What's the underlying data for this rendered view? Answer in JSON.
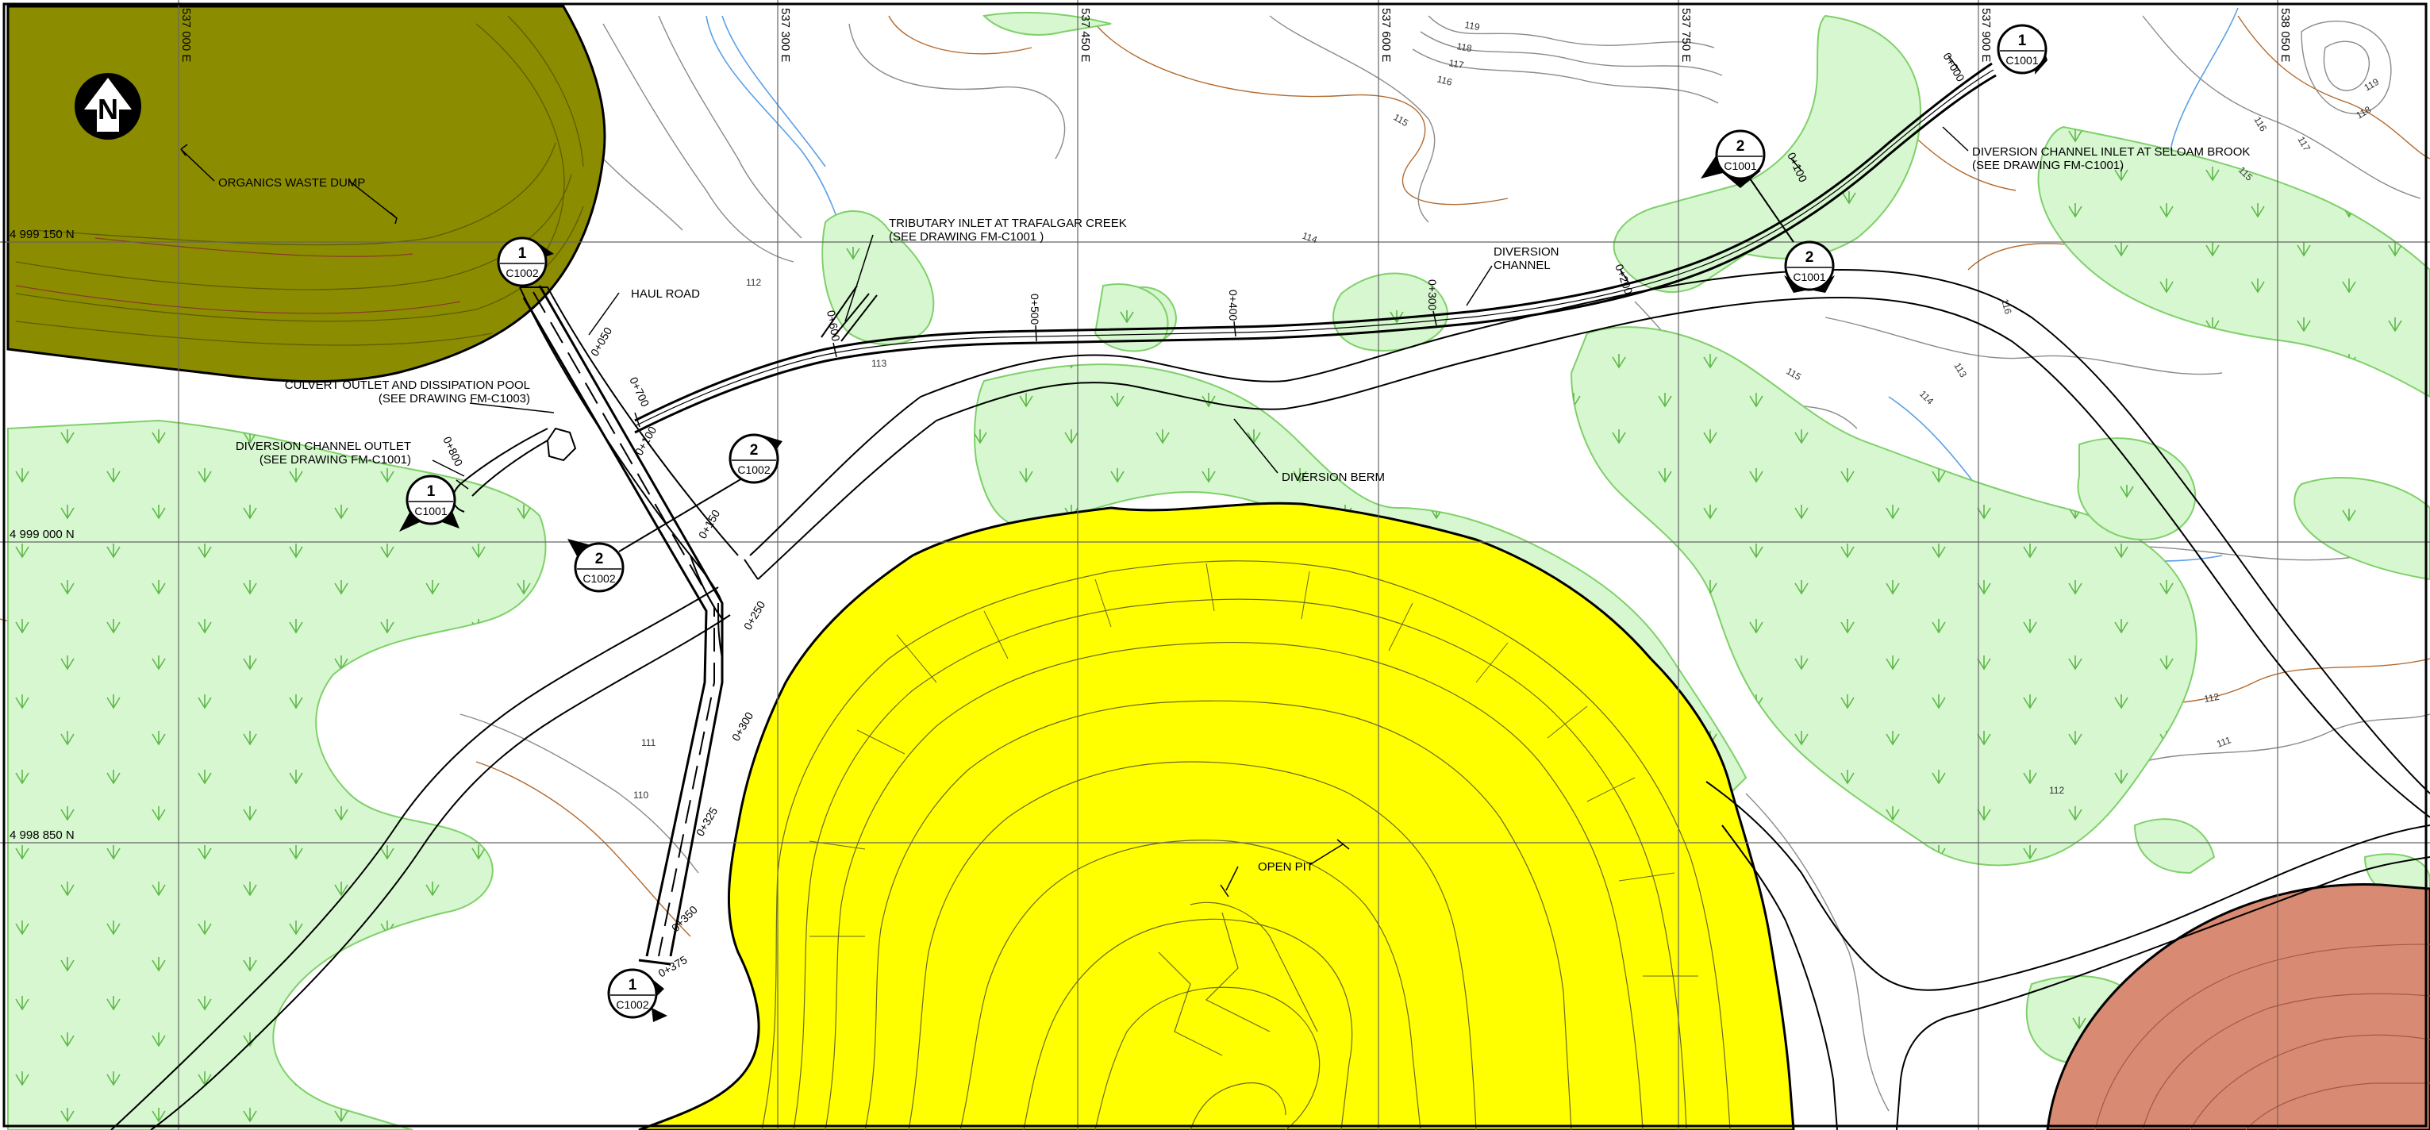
{
  "colors": {
    "organics_dump": "#8c8c00",
    "open_pit": "#ffff00",
    "wetland": "#d6f7cf",
    "wetland_edge": "#7fd06a",
    "rock_dump": "#d98a72",
    "water": "#5aa0e6",
    "contour_grey": "#8a8a8a",
    "contour_brown": "#b36a2e",
    "line": "#000000"
  },
  "icons": {
    "north_arrow": "north-arrow-icon",
    "wetland_symbol": "marsh-symbol-icon"
  },
  "north_label": "N",
  "grid": {
    "eastings": [
      "537 000 E",
      "537 300 E",
      "537 450 E",
      "537 600 E",
      "537 750 E",
      "537 900 E",
      "538 050 E"
    ],
    "northings": [
      "4 999 150 N",
      "4 999 000 N",
      "4 998 850 N"
    ]
  },
  "labels": {
    "organics_waste_dump": "ORGANICS WASTE DUMP",
    "haul_road": "HAUL ROAD",
    "tributary_inlet_1": "TRIBUTARY INLET AT TRAFALGAR CREEK",
    "tributary_inlet_2": "(SEE DRAWING FM-C1001 )",
    "diversion_channel_1": "DIVERSION",
    "diversion_channel_2": "CHANNEL",
    "channel_inlet_1": "DIVERSION CHANNEL INLET AT SELOAM BROOK",
    "channel_inlet_2": "(SEE DRAWING FM-C1001)",
    "culvert_outlet_1": "CULVERT OUTLET AND DISSIPATION POOL",
    "culvert_outlet_2": "(SEE DRAWING FM-C1003)",
    "channel_outlet_1": "DIVERSION CHANNEL OUTLET",
    "channel_outlet_2": "(SEE DRAWING FM-C1001)",
    "diversion_berm": "DIVERSION BERM",
    "open_pit": "OPEN PIT"
  },
  "section_refs": [
    {
      "num": "1",
      "dwg": "C1001"
    },
    {
      "num": "2",
      "dwg": "C1001"
    },
    {
      "num": "2",
      "dwg": "C1001"
    },
    {
      "num": "1",
      "dwg": "C1002"
    },
    {
      "num": "2",
      "dwg": "C1002"
    },
    {
      "num": "2",
      "dwg": "C1002"
    },
    {
      "num": "1",
      "dwg": "C1001"
    },
    {
      "num": "1",
      "dwg": "C1002"
    }
  ],
  "chainages": {
    "channel": [
      "0+000",
      "0+100",
      "0+200",
      "0+300",
      "0+400",
      "0+500",
      "0+600",
      "0+700",
      "0+800"
    ],
    "culvert": [
      "0+050",
      "0+100",
      "0+150",
      "0+250",
      "0+300",
      "0+325",
      "0+350",
      "0+375"
    ]
  },
  "contours": [
    "119",
    "118",
    "117",
    "116",
    "115",
    "114",
    "113",
    "112",
    "111",
    "110",
    "116",
    "117",
    "118",
    "119",
    "115",
    "114",
    "113",
    "112",
    "111",
    "112",
    "116",
    "115"
  ]
}
